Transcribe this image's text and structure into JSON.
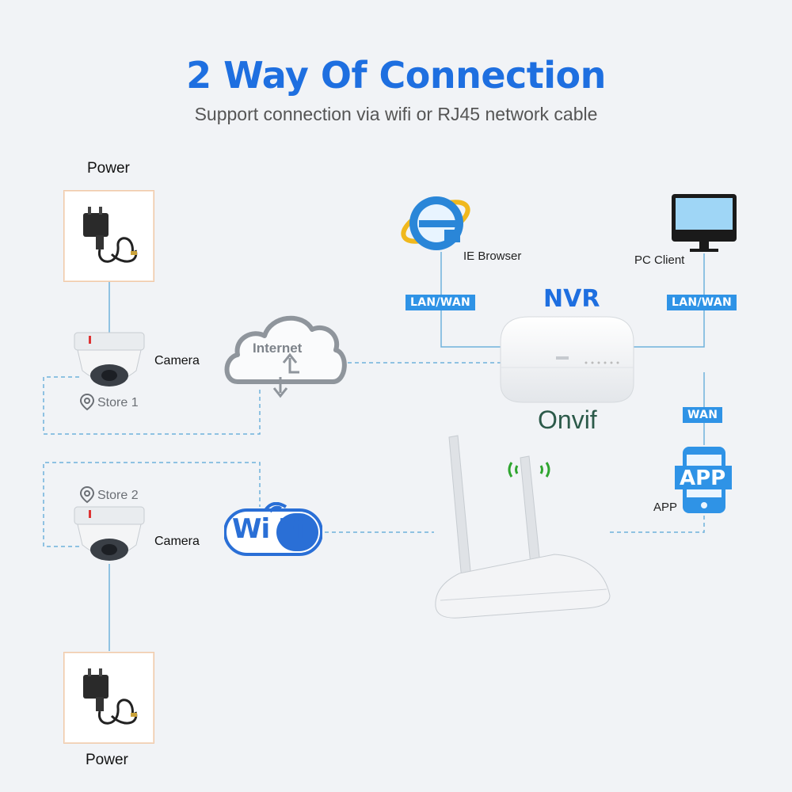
{
  "header": {
    "title": "2 Way Of Connection",
    "subtitle": "Support connection via wifi or RJ45 network cable"
  },
  "labels": {
    "power_top": "Power",
    "power_bottom": "Power",
    "camera_1": "Camera",
    "camera_2": "Camera",
    "store_1": "Store 1",
    "store_2": "Store 2",
    "internet": "Internet",
    "ie_browser": "IE Browser",
    "pc_client": "PC Client",
    "nvr": "NVR",
    "onvif": "Onvif",
    "app_caption": "APP",
    "app_icon_text": "APP",
    "wifi_text": "Wi Fi",
    "lan_wan_left": "LAN/WAN",
    "lan_wan_right": "LAN/WAN",
    "wan": "WAN",
    "ie_letter": "e"
  },
  "colors": {
    "accent": "#1e6fe0",
    "line": "#6fb1dc",
    "badge": "#2f93e6",
    "onvif": "#2c5a4a"
  },
  "icons": [
    "power-adapter-icon",
    "dome-camera-icon",
    "location-pin-icon",
    "internet-cloud-icon",
    "ie-browser-icon",
    "monitor-icon",
    "wifi-logo-icon",
    "router-icon",
    "wifi-signal-icon",
    "phone-app-icon",
    "nvr-box-icon"
  ]
}
